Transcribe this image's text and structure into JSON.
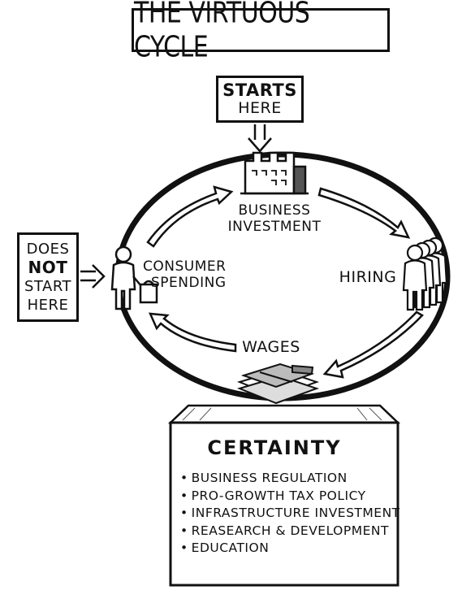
{
  "title": "THE VIRTUOUS CYCLE",
  "starts_here": {
    "line1": "STARTS",
    "line2": "HERE"
  },
  "does_not_start_here": {
    "line1": "DOES",
    "line2": "NOT",
    "line3": "START",
    "line4": "HERE"
  },
  "cycle": {
    "business_investment": {
      "line1": "BUSINESS",
      "line2": "INVESTMENT"
    },
    "hiring": "HIRING",
    "wages": "WAGES",
    "consumer_spending": {
      "line1": "CONSUMER",
      "line2": "SPENDING"
    }
  },
  "certainty": {
    "title": "CERTAINTY",
    "items": [
      "BUSINESS REGULATION",
      "PRO-GROWTH TAX POLICY",
      "INFRASTRUCTURE INVESTMENT",
      "REASEARCH & DEVELOPMENT",
      "EDUCATION"
    ]
  },
  "colors": {
    "ink": "#111111",
    "paper": "#ffffff",
    "shade": "#555555"
  }
}
